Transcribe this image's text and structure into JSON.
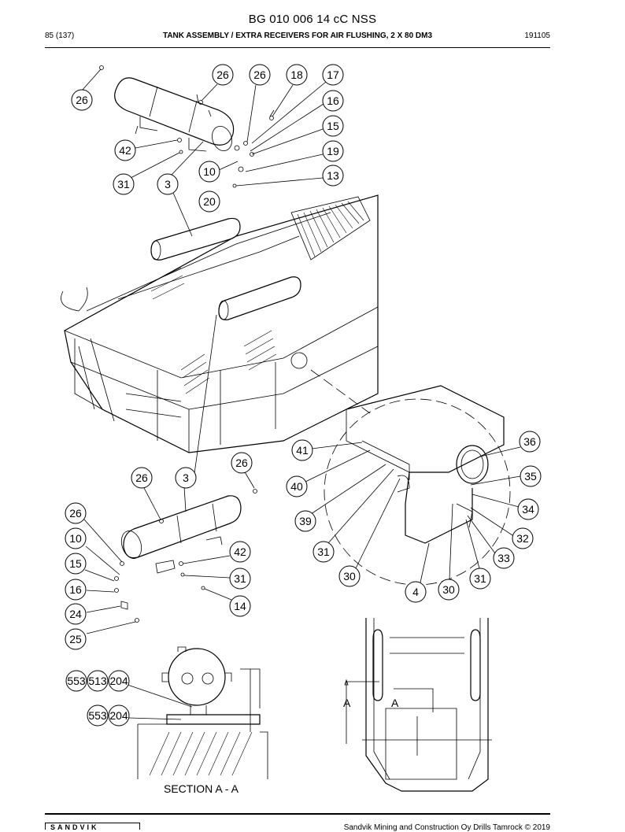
{
  "header": {
    "doc_id": "BG 010 006 14 cC NSS",
    "page": "85 (137)",
    "title": "TANK ASSEMBLY / EXTRA RECEIVERS FOR AIR FLUSHING, 2 X 80 DM3",
    "date": "191105"
  },
  "drawing": {
    "section_label": "SECTION A - A",
    "view_mark_left": "A",
    "view_mark_right": "A",
    "callouts": {
      "c26a": "26",
      "c26b": "26",
      "c26c": "26",
      "c18": "18",
      "c17": "17",
      "c16a": "16",
      "c15a": "15",
      "c42a": "42",
      "c19": "19",
      "c10a": "10",
      "c13": "13",
      "c31a": "31",
      "c3a": "3",
      "c20": "20",
      "c36": "36",
      "c41": "41",
      "c26d": "26",
      "c35": "35",
      "c26e": "26",
      "c3b": "3",
      "c40": "40",
      "c34": "34",
      "c26f": "26",
      "c39": "39",
      "c32": "32",
      "c10b": "10",
      "c42b": "42",
      "c31b": "31",
      "c33": "33",
      "c15b": "15",
      "c31c": "31",
      "c30a": "30",
      "c31d": "31",
      "c16b": "16",
      "c4": "4",
      "c30b": "30",
      "c14": "14",
      "c24": "24",
      "c25": "25",
      "c553a": "553",
      "c513": "513",
      "c204a": "204",
      "c553b": "553",
      "c204b": "204"
    }
  },
  "footer": {
    "logo": "SANDVIK",
    "copyright": "Sandvik Mining and Construction Oy Drills Tamrock © 2019"
  }
}
